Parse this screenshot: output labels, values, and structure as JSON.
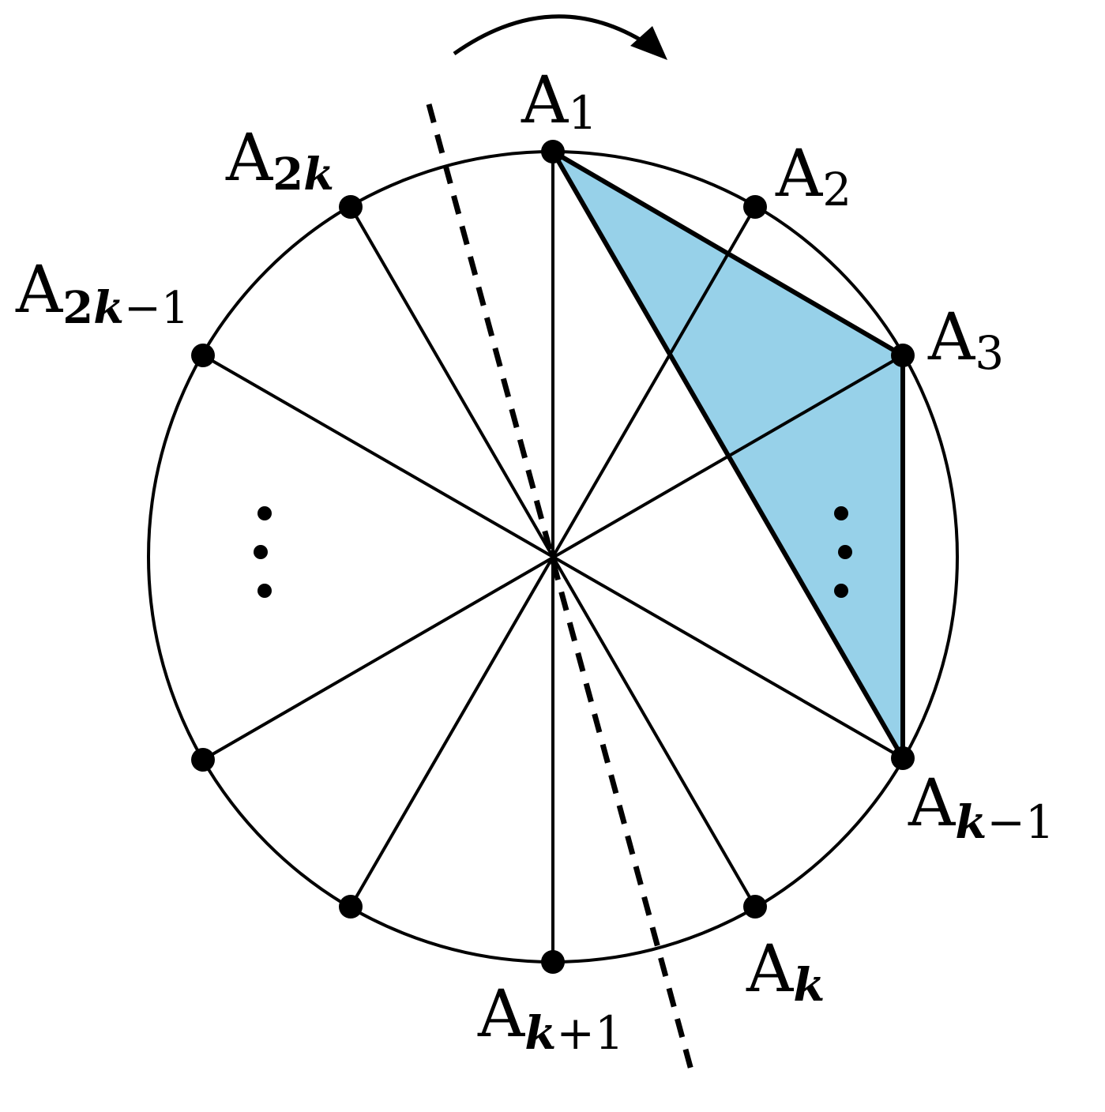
{
  "figure": {
    "colors": {
      "fill": "#97d1e9",
      "stroke": "#000000",
      "background": "#ffffff"
    },
    "rotation_arrow_icon": "clockwise-arrow-icon",
    "vertex_labels": {
      "a1": {
        "base": "A",
        "sub": "1"
      },
      "a2": {
        "base": "A",
        "sub": "2"
      },
      "a3": {
        "base": "A",
        "sub": "3"
      },
      "ak1": {
        "base": "A",
        "sub_var": "k",
        "sub_rest": "−1"
      },
      "ak": {
        "base": "A",
        "sub_var": "k",
        "sub_rest": ""
      },
      "akp1": {
        "base": "A",
        "sub_var": "k",
        "sub_rest": "+1"
      },
      "a2k": {
        "base": "A",
        "sub_num": "2",
        "sub_var": "k",
        "sub_rest": ""
      },
      "a2k1": {
        "base": "A",
        "sub_num": "2",
        "sub_var": "k",
        "sub_rest": "−1"
      }
    },
    "ellipsis_marks": [
      "left",
      "right"
    ]
  }
}
